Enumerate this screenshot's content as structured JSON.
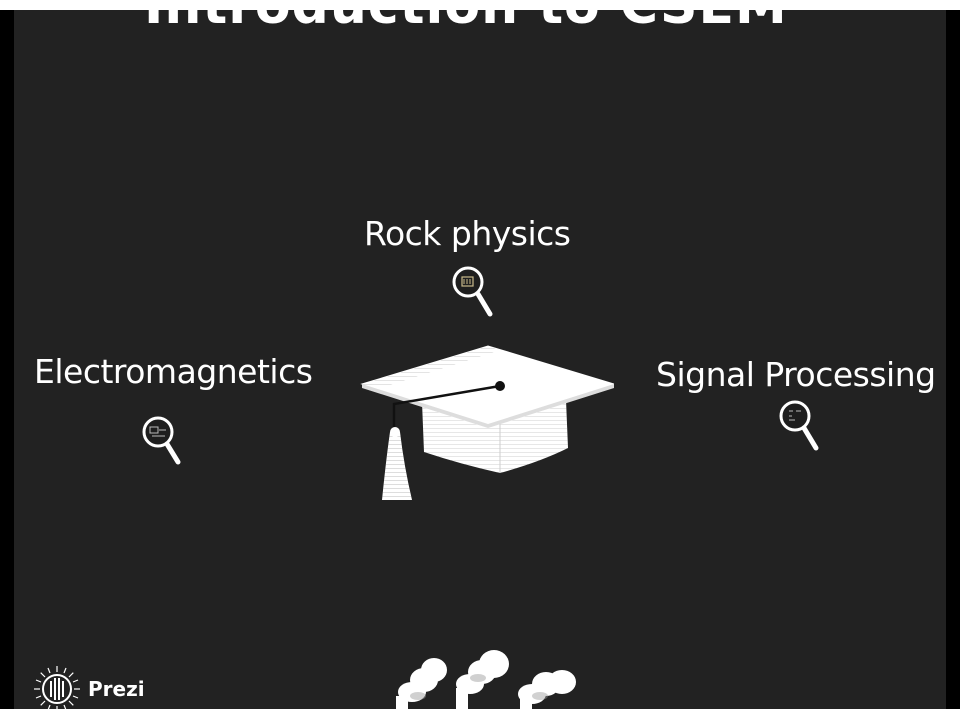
{
  "slide": {
    "title": "Introduction to CSEM",
    "topics": {
      "rock_physics": "Rock physics",
      "electromagnetics": "Electromagnetics",
      "signal_processing": "Signal Processing"
    }
  },
  "branding": {
    "name": "Prezi"
  },
  "icons": {
    "zoom": "magnifier-zoom-icon",
    "cap": "graduation-cap-icon",
    "logo": "prezi-logo-icon",
    "chimney": "smokestack-icon"
  },
  "colors": {
    "background": "#222222",
    "frame": "#000000",
    "text": "#ffffff"
  }
}
